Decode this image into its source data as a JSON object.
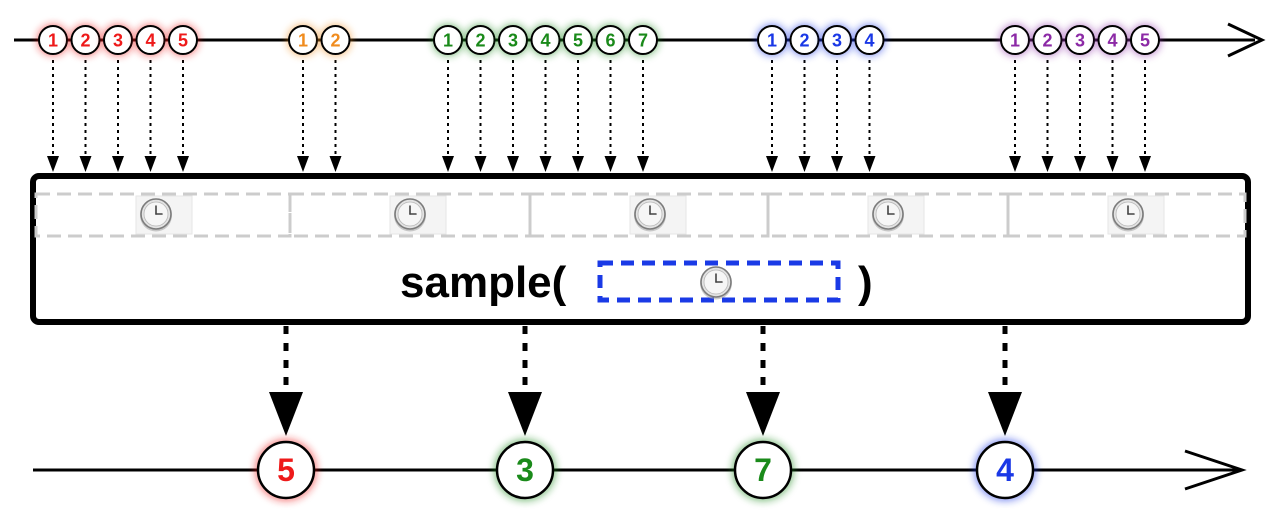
{
  "operator": {
    "name": "sample(",
    "close": ")"
  },
  "colors": {
    "red": "#ee1a1a",
    "orange": "#f08c1e",
    "green": "#1a8a1a",
    "blue": "#1a38e6",
    "purple": "#8c2aa6",
    "timer_box": "#1a3ae6",
    "line": "#000000"
  },
  "icons": {
    "sampler": "clock-icon",
    "timer": "clock-icon"
  },
  "input": {
    "groups": [
      {
        "color": "red",
        "labels": [
          "1",
          "2",
          "3",
          "4",
          "5"
        ]
      },
      {
        "color": "orange",
        "labels": [
          "1",
          "2"
        ]
      },
      {
        "color": "green",
        "labels": [
          "1",
          "2",
          "3",
          "4",
          "5",
          "6",
          "7"
        ]
      },
      {
        "color": "blue",
        "labels": [
          "1",
          "2",
          "3",
          "4"
        ]
      },
      {
        "color": "purple",
        "labels": [
          "1",
          "2",
          "3",
          "4",
          "5"
        ]
      }
    ]
  },
  "output": {
    "items": [
      {
        "color": "red",
        "label": "5"
      },
      {
        "color": "green",
        "label": "3"
      },
      {
        "color": "green",
        "label": "7"
      },
      {
        "color": "blue",
        "label": "4"
      }
    ]
  },
  "sampling_periods": 5
}
